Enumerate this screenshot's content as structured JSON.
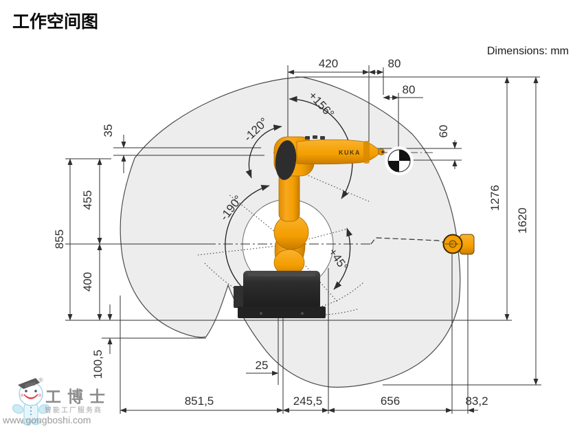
{
  "title": "工作空间图",
  "note": "Dimensions: mm",
  "robot": {
    "brand": "KUKA"
  },
  "dimensions": {
    "d420": "420",
    "d80_top": "80",
    "d80_flange": "80",
    "d60": "60",
    "d35": "35",
    "d455": "455",
    "d855": "855",
    "d400": "400",
    "d100_5": "100,5",
    "d25": "25",
    "d1276": "1276",
    "d1620": "1620",
    "d851_5": "851,5",
    "d245_5": "245,5",
    "d656": "656",
    "d83_2": "83,2"
  },
  "angles": {
    "a156": "+156°",
    "a120": "-120°",
    "a190": "-190°",
    "a45": "+45°"
  },
  "logo": {
    "brand": "工博士",
    "registered": "®",
    "tagline": "智能工厂服务商",
    "url": "www.gongboshi.com"
  },
  "colors": {
    "envelope_fill": "#ededed",
    "envelope_stroke": "#4a4a4a",
    "line": "#2f2f2f",
    "kuka_orange": "#f49e00",
    "kuka_orange_dark": "#c67c00",
    "robot_dark": "#2d2d2d",
    "logo_blue": "#9fd7ec",
    "logo_gray": "#969696"
  }
}
